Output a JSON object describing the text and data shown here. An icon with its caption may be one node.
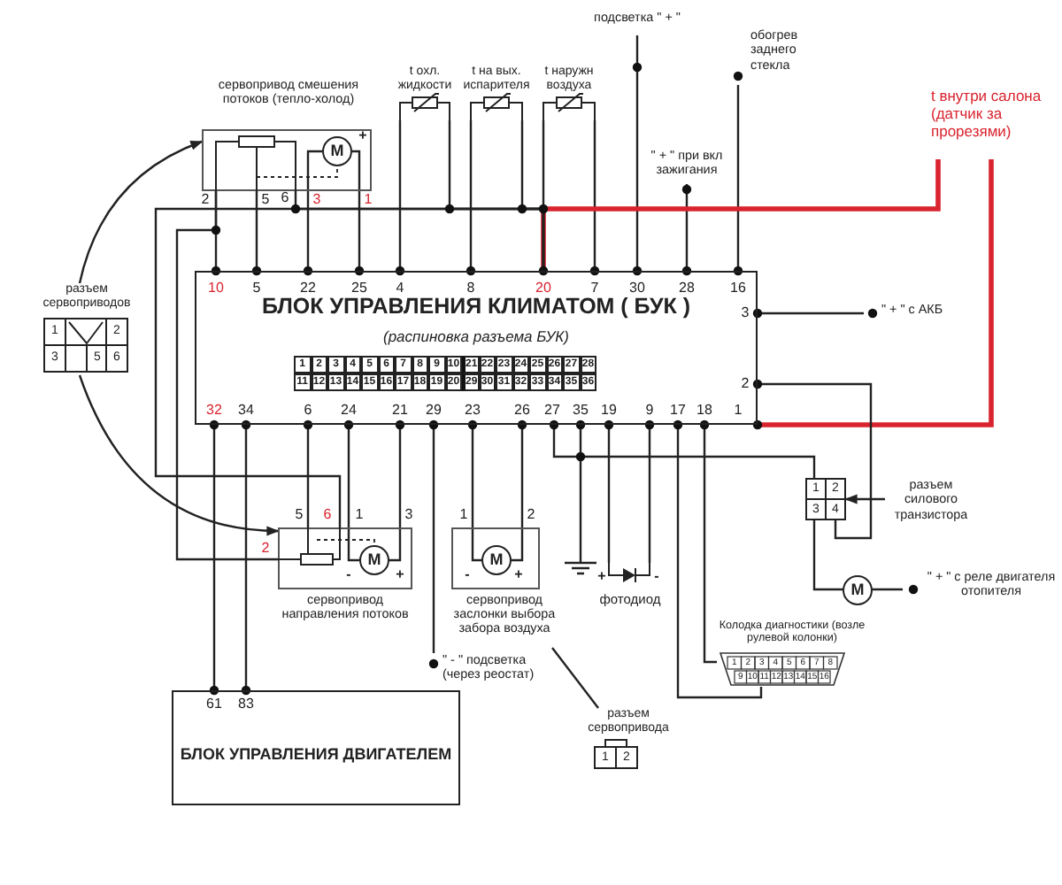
{
  "diagram": {
    "nodes": [
      {
        "text": [
          "БЛОК УПРАВЛЕНИЯ КЛИМАТОМ ( БУК )",
          "(распиновка разъема БУК)"
        ]
      },
      {
        "text": [
          "сервопривод смешения потоков (тепло-холод)"
        ]
      },
      {
        "text": [
          "M"
        ],
        "in": 1
      },
      {
        "text": [
          "t охл. жидкости"
        ]
      },
      {
        "text": [
          "t на вых. испарителя"
        ]
      },
      {
        "text": [
          "t наружн воздуха"
        ]
      },
      {
        "text": [
          "подсветка \" + \""
        ]
      },
      {
        "text": [
          "\" + \" при вкл зажигания"
        ]
      },
      {
        "text": [
          "обогрев заднего стекла"
        ]
      },
      {
        "text": [
          "t внутри салона (датчик за прорезями)"
        ]
      },
      {
        "text": [
          "\" + \" с АКБ"
        ]
      },
      {
        "text": [
          "разъем сервоприводов"
        ]
      },
      {
        "text": [],
        "shape": "box"
      },
      {
        "text": [
          "разъем силового транзистора"
        ]
      },
      {
        "text": [
          "M"
        ]
      },
      {
        "text": [
          "\" + \" с реле двигателя отопителя"
        ]
      },
      {
        "text": [
          "сервопривод направления потоков"
        ]
      },
      {
        "text": [
          "M"
        ],
        "in": 16
      },
      {
        "text": [
          "сервопривод заслонки выбора забора воздуха"
        ]
      },
      {
        "text": [
          "M"
        ],
        "in": 18
      },
      {
        "text": [],
        "shape": "ground"
      },
      {
        "text": [
          "фотодиод"
        ]
      },
      {
        "text": [
          "Колодка диагностики (возле рулевой колонки)"
        ]
      },
      {
        "text": [
          "\" - \" подсветка (через реостат)"
        ]
      },
      {
        "text": [
          "разъем сервопривода"
        ]
      },
      {
        "text": [
          "БЛОК УПРАВЛЕНИЯ ДВИГАТЕЛЕМ"
        ]
      }
    ],
    "edges": [
      {
        "from": 1,
        "to": 0,
        "arrow": "none"
      },
      {
        "from": 1,
        "to": 0,
        "arrow": "none"
      },
      {
        "from": 2,
        "to": 0,
        "arrow": "none"
      },
      {
        "from": 2,
        "to": 0,
        "arrow": "none"
      },
      {
        "from": 3,
        "to": 0,
        "arrow": "none"
      },
      {
        "from": 4,
        "to": 0,
        "arrow": "none"
      },
      {
        "from": 5,
        "to": 0,
        "arrow": "none"
      },
      {
        "from": 6,
        "to": 0,
        "arrow": "none"
      },
      {
        "from": 7,
        "to": 0,
        "arrow": "none"
      },
      {
        "from": 8,
        "to": 0,
        "arrow": "none"
      },
      {
        "from": 0,
        "to": 9,
        "arrow": "none",
        "style": "thick",
        "color": "#d9232e"
      },
      {
        "from": 0,
        "to": 9,
        "arrow": "none",
        "style": "thick",
        "color": "#d9232e"
      },
      {
        "from": 3,
        "to": 0,
        "arrow": "none"
      },
      {
        "from": 4,
        "to": 0,
        "arrow": "none"
      },
      {
        "from": 5,
        "to": 0,
        "arrow": "none"
      },
      {
        "from": 1,
        "to": 0,
        "arrow": "none"
      },
      {
        "from": 16,
        "to": 0,
        "arrow": "none"
      },
      {
        "from": 1,
        "to": 16,
        "arrow": "none"
      },
      {
        "from": 0,
        "to": 10,
        "arrow": "none"
      },
      {
        "from": 0,
        "to": 12,
        "arrow": "none"
      },
      {
        "from": 0,
        "to": 12,
        "arrow": "none"
      },
      {
        "from": 0,
        "to": 20,
        "arrow": "none"
      },
      {
        "from": 0,
        "to": 21,
        "arrow": "none"
      },
      {
        "from": 0,
        "to": 21,
        "arrow": "none"
      },
      {
        "from": 0,
        "to": 22,
        "arrow": "none"
      },
      {
        "from": 0,
        "to": 22,
        "arrow": "none"
      },
      {
        "from": 0,
        "to": 23,
        "arrow": "none"
      },
      {
        "from": 0,
        "to": 19,
        "arrow": "none"
      },
      {
        "from": 0,
        "to": 19,
        "arrow": "none"
      },
      {
        "from": 0,
        "to": 16,
        "arrow": "none"
      },
      {
        "from": 0,
        "to": 17,
        "arrow": "none"
      },
      {
        "from": 0,
        "to": 17,
        "arrow": "none"
      },
      {
        "from": 0,
        "to": 25,
        "arrow": "none"
      },
      {
        "from": 0,
        "to": 25,
        "arrow": "none"
      },
      {
        "from": 12,
        "to": 14,
        "arrow": "none"
      },
      {
        "from": 14,
        "to": 15,
        "arrow": "none"
      },
      {
        "from": 13,
        "to": 12,
        "arrow": "to"
      },
      {
        "from": 11,
        "to": 1,
        "arrow": "to"
      },
      {
        "from": 11,
        "to": 16,
        "arrow": "to"
      },
      {
        "from": 24,
        "to": 18,
        "arrow": "none"
      }
    ],
    "labels": [
      "2",
      "5",
      "6",
      "3",
      "1",
      "+",
      "10",
      "5",
      "22",
      "25",
      "4",
      "8",
      "20",
      "7",
      "30",
      "28",
      "16",
      "3",
      "2",
      "1",
      "2",
      "3",
      "4",
      "5",
      "6",
      "7",
      "8",
      "9",
      "10",
      "21",
      "22",
      "23",
      "24",
      "25",
      "26",
      "27",
      "28",
      "11",
      "12",
      "13",
      "14",
      "15",
      "16",
      "17",
      "18",
      "19",
      "20",
      "29",
      "30",
      "31",
      "32",
      "33",
      "34",
      "35",
      "36",
      "32",
      "34",
      "6",
      "24",
      "21",
      "29",
      "23",
      "26",
      "27",
      "35",
      "19",
      "9",
      "17",
      "18",
      "1",
      "1",
      "2",
      "3",
      "5",
      "6",
      "5",
      "6",
      "1",
      "3",
      "2",
      "-",
      "+",
      "1",
      "2",
      "-",
      "+",
      "61",
      "83",
      "+",
      "-",
      "1",
      "2",
      "3",
      "4",
      "1",
      "2",
      "3",
      "4",
      "5",
      "6",
      "7",
      "8",
      "9",
      "10",
      "11",
      "12",
      "13",
      "14",
      "15",
      "16",
      "1",
      "2"
    ]
  }
}
